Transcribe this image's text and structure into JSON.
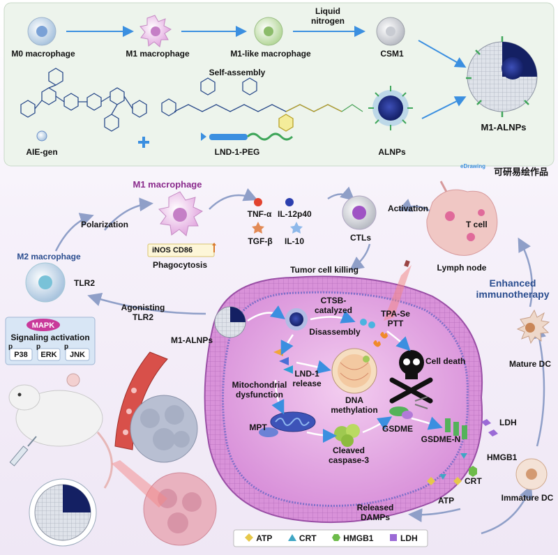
{
  "synthesis": {
    "m0": "M0 macrophage",
    "m1": "M1 macrophage",
    "m1_like": "M1-like macrophage",
    "liquid_nitrogen": "Liquid\nnitrogen",
    "csm1": "CSM1",
    "self_assembly": "Self-assembly",
    "aie_gen": "AIE-gen",
    "lnd_peg": "LND-1-PEG",
    "alnps": "ALNPs",
    "m1_alnps": "M1-ALNPs",
    "plus": "+"
  },
  "brand": {
    "name": "可研易绘作品",
    "logo_text": "eDrawing"
  },
  "immune": {
    "m1_macrophage": "M1 macrophage",
    "polarization": "Polarization",
    "inos_cd86": "iNOS CD86",
    "phagocytosis": "Phagocytosis",
    "m2_macrophage": "M2 macrophage",
    "tlr2": "TLR2",
    "agonisting_tlr2": "Agonisting\nTLR2",
    "mapk": "MAPK",
    "signaling": "Signaling activation",
    "p38": "P38",
    "erk": "ERK",
    "jnk": "JNK",
    "p": "p",
    "tnf": "TNF-α",
    "il12": "IL-12p40",
    "tgf": "TGF-β",
    "il10": "IL-10",
    "ctls": "CTLs",
    "activation": "Activation",
    "t_cell": "T cell",
    "lymph_node": "Lymph node",
    "tumor_killing": "Tumor cell killing",
    "enhanced": "Enhanced\nimmunotherapy",
    "mature_dc": "Mature DC",
    "immature_dc": "Immature DC"
  },
  "tumor": {
    "m1_alnps": "M1-ALNPs",
    "ctsb": "CTSB-\ncatalyzed",
    "disassembly": "Disassembly",
    "tpa_se": "TPA-Se\nPTT",
    "lnd_release": "LND-1\nrelease",
    "dna_methylation": "DNA\nmethylation",
    "cell_death": "Cell death",
    "mito": "Mitochondrial\ndysfunction",
    "mpt": "MPT",
    "gsdme": "GSDME",
    "gsdme_n": "GSDME-N",
    "cleaved": "Cleaved\ncaspase-3",
    "ldh": "LDH",
    "hmgb1": "HMGB1",
    "crt": "CRT",
    "atp": "ATP",
    "released": "Released\nDAMPs"
  },
  "legend": [
    {
      "label": "ATP",
      "color": "#e6c84a",
      "shape": "diamond"
    },
    {
      "label": "CRT",
      "color": "#3fa6c4",
      "shape": "triangle"
    },
    {
      "label": "HMGB1",
      "color": "#6dbb4a",
      "shape": "hexagon"
    },
    {
      "label": "LDH",
      "color": "#9b6ad6",
      "shape": "cube"
    }
  ],
  "colors": {
    "panel_bg": "#edf4ec",
    "accent_purple": "#8a2a8c",
    "accent_blue": "#2a4d8f",
    "arrow_blue": "#3b8fe0",
    "tumor_fill": "#e9b8ea"
  }
}
